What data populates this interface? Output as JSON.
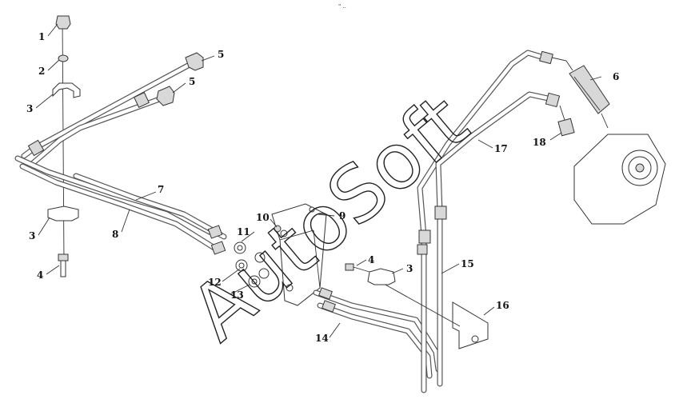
{
  "header_text": "\" ..",
  "watermark": "AutoSoft",
  "callouts": [
    {
      "id": "c1",
      "label": "1"
    },
    {
      "id": "c2",
      "label": "2"
    },
    {
      "id": "c3a",
      "label": "3"
    },
    {
      "id": "c3b",
      "label": "3"
    },
    {
      "id": "c3c",
      "label": "3"
    },
    {
      "id": "c4a",
      "label": "4"
    },
    {
      "id": "c4b",
      "label": "4"
    },
    {
      "id": "c5a",
      "label": "5"
    },
    {
      "id": "c5b",
      "label": "5"
    },
    {
      "id": "c6",
      "label": "6"
    },
    {
      "id": "c7",
      "label": "7"
    },
    {
      "id": "c8",
      "label": "8"
    },
    {
      "id": "c9",
      "label": "9"
    },
    {
      "id": "c10",
      "label": "10"
    },
    {
      "id": "c11",
      "label": "11"
    },
    {
      "id": "c12",
      "label": "12"
    },
    {
      "id": "c13",
      "label": "13"
    },
    {
      "id": "c14",
      "label": "14"
    },
    {
      "id": "c15",
      "label": "15"
    },
    {
      "id": "c16",
      "label": "16"
    },
    {
      "id": "c17",
      "label": "17"
    },
    {
      "id": "c18",
      "label": "18"
    }
  ]
}
